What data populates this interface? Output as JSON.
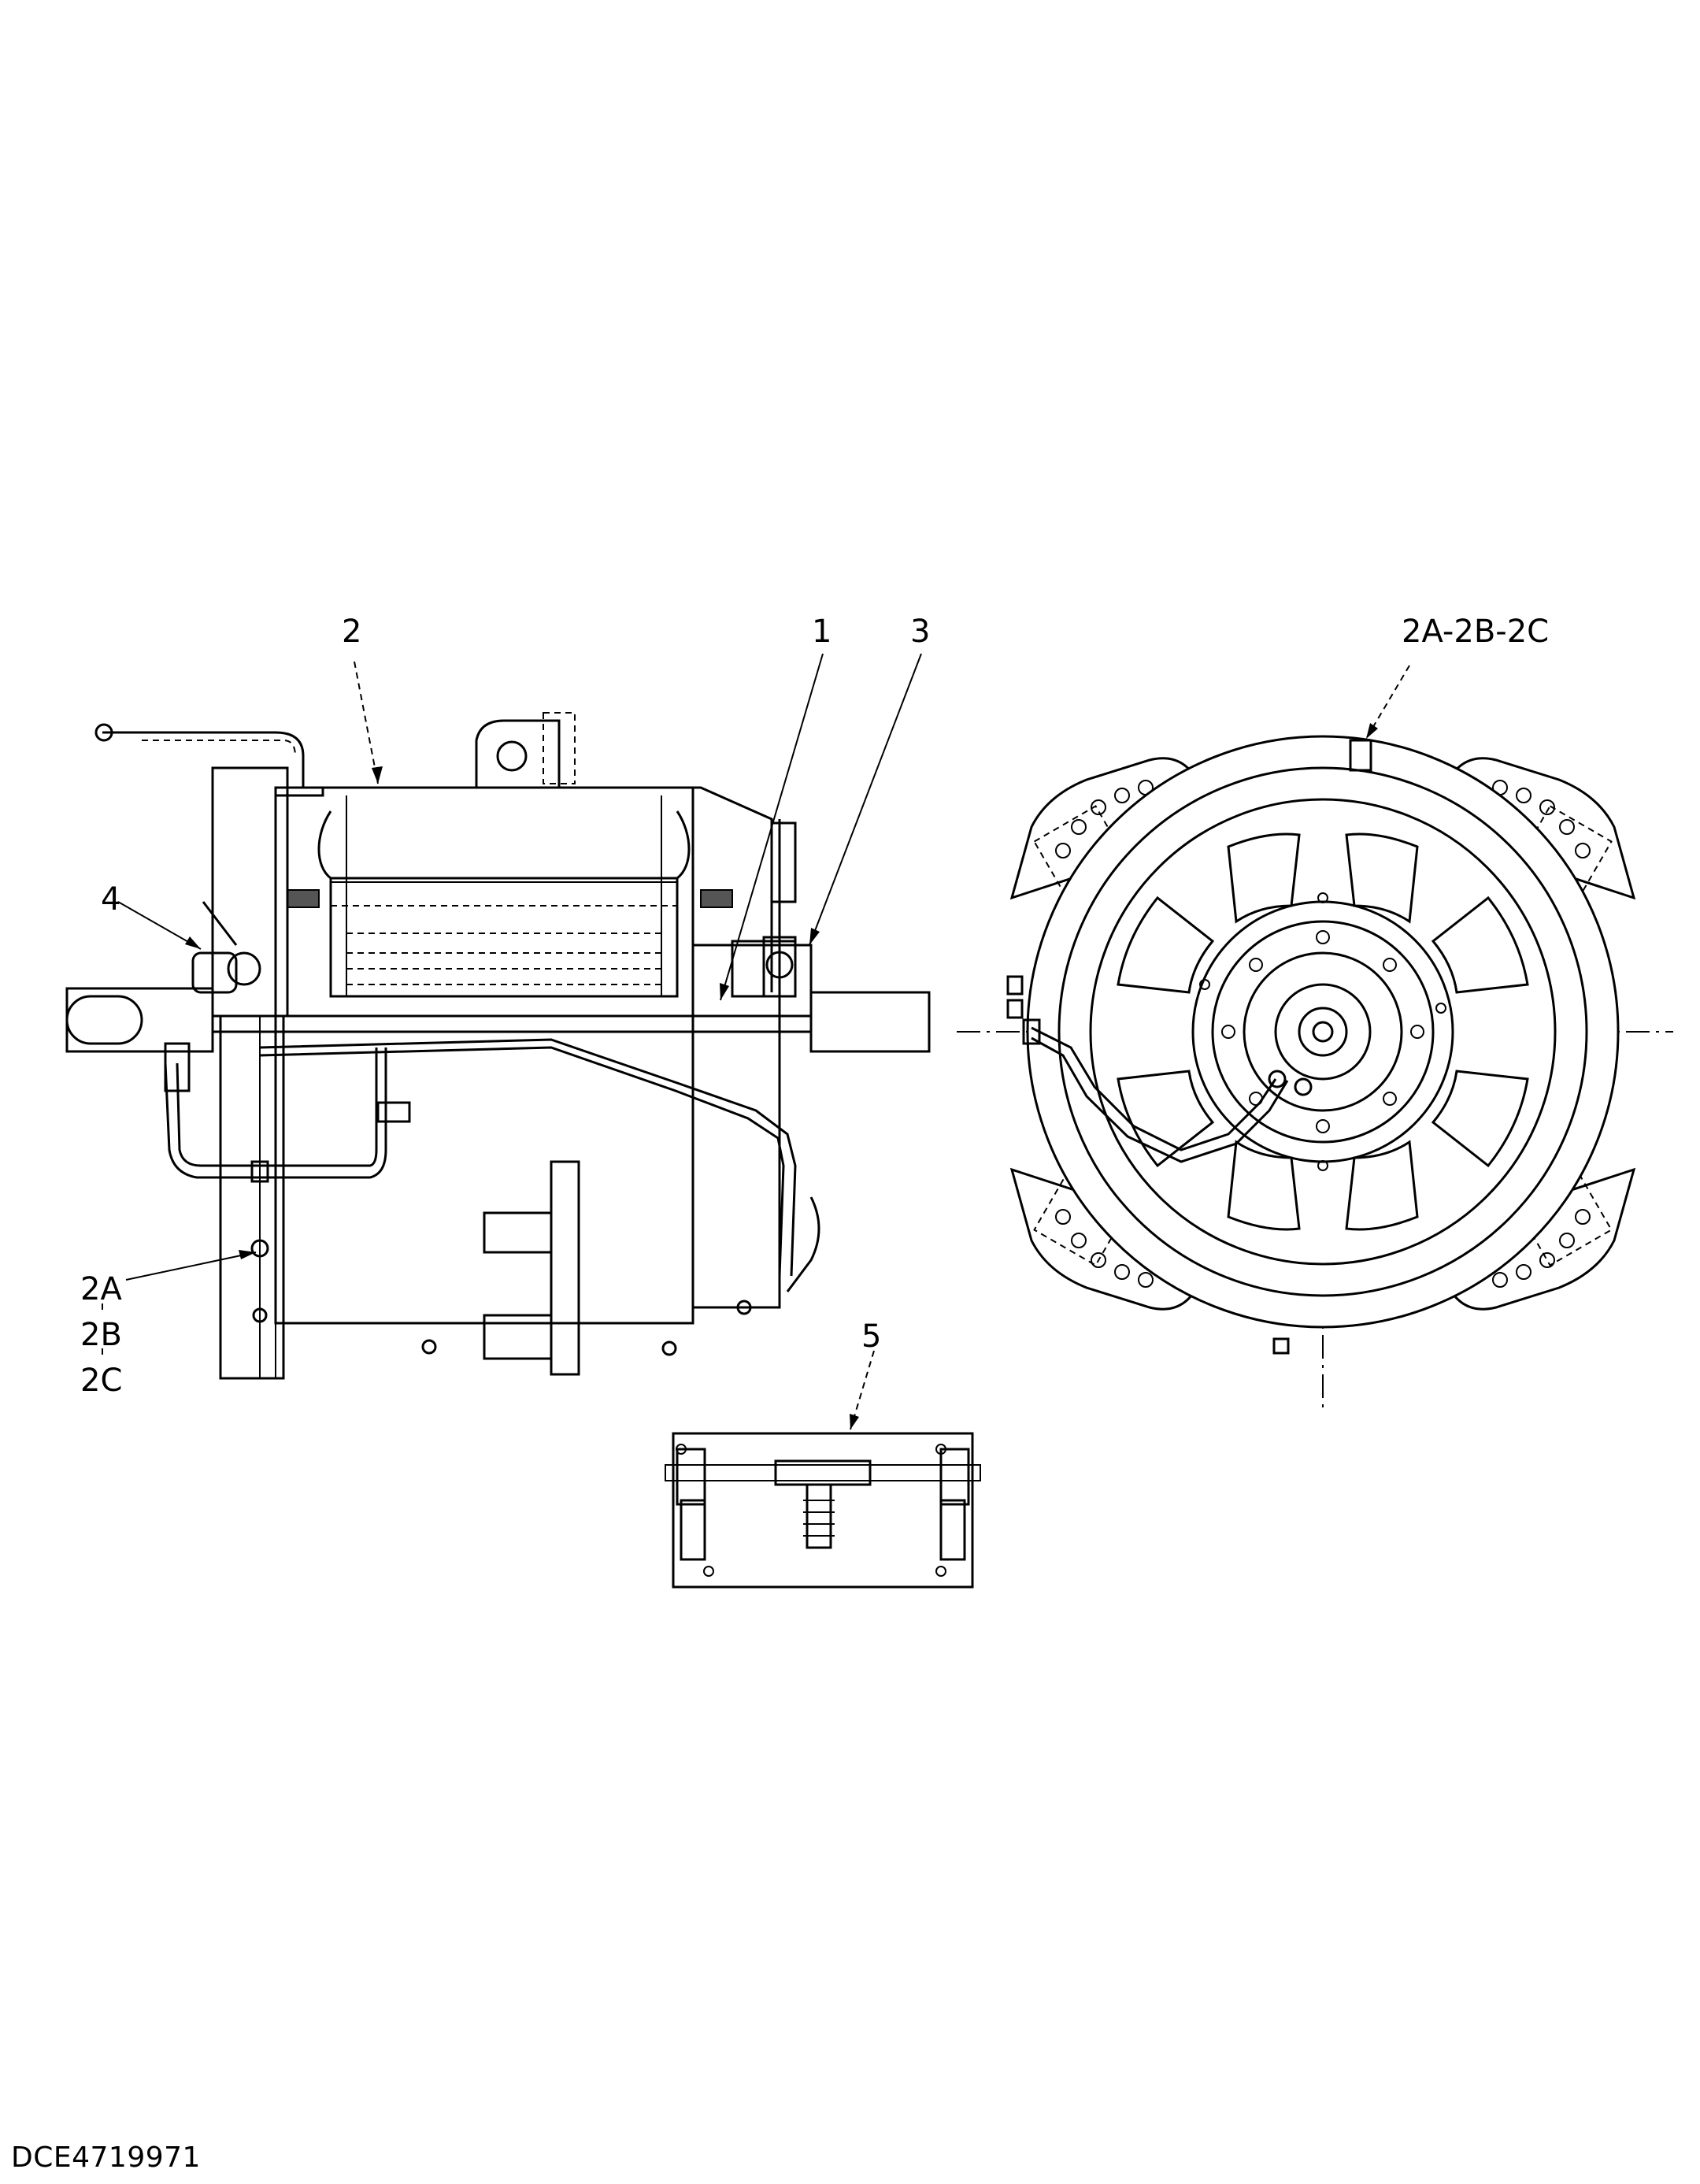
{
  "callouts": {
    "c1": "1",
    "c2": "2",
    "c3": "3",
    "c4": "4",
    "c5": "5",
    "c2abc_top": "2A-2B-2C",
    "c2abc_side": {
      "a": "2A",
      "b": "2B",
      "c": "2C"
    }
  },
  "drawing_id": "DCE4719971"
}
